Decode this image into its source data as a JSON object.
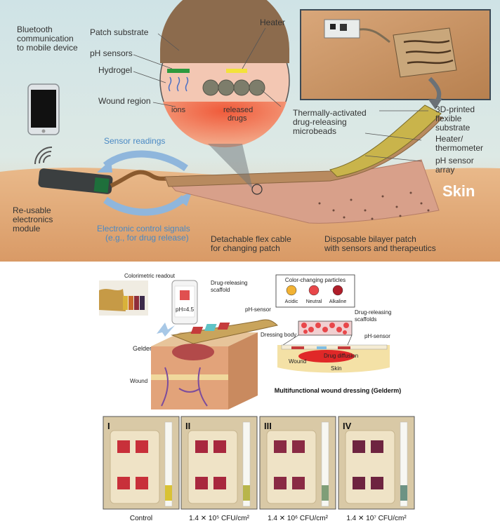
{
  "top_panel": {
    "label_bluetooth": [
      "Bluetooth",
      "communication",
      "to mobile device"
    ],
    "label_patch_substrate": "Patch substrate",
    "label_ph_sensors": "pH sensors",
    "label_hydrogel": "Hydrogel",
    "label_wound_region": "Wound region",
    "label_heater": "Heater",
    "label_ions": "ions",
    "label_released_drugs": [
      "released",
      "drugs"
    ],
    "label_microbeads": [
      "Thermally-activated",
      "drug-releasing",
      "microbeads"
    ],
    "label_3d_substrate": [
      "3D-printed",
      "flexible",
      "substrate"
    ],
    "label_heater_thermometer": [
      "Heater/",
      "thermometer"
    ],
    "label_ph_array": [
      "pH sensor",
      "array"
    ],
    "label_sensor_readings": "Sensor readings",
    "label_skin": "Skin",
    "label_electronics": [
      "Re-usable",
      "electronics",
      "module"
    ],
    "label_control_signals": [
      "Electronic control signals",
      "(e.g., for drug release)"
    ],
    "label_flex_cable": [
      "Detachable flex cable",
      "for changing patch"
    ],
    "label_bilayer_patch": [
      "Disposable bilayer patch",
      "with sensors and therapeutics"
    ]
  },
  "middle_panel": {
    "label_colorimetric": "Colorimetric readout",
    "label_ph_value": "pH=4.5",
    "label_scaffold": [
      "Drug-releasing",
      "scaffold"
    ],
    "label_ph_sensor_left": "pH-sensor",
    "label_gelderm": "Gelderm",
    "label_dressing_body": "Dressing body",
    "label_wound_left": "Wound",
    "label_particles_title": "Color-changing particles",
    "legend": [
      {
        "label": "Acidic",
        "color": "#f2b233"
      },
      {
        "label": "Neutral",
        "color": "#e8474a"
      },
      {
        "label": "Alkaline",
        "color": "#b01e2a"
      }
    ],
    "label_scaffolds_right": [
      "Drug-releasing",
      "scaffolds"
    ],
    "label_ph_sensor_right": "pH-sensor",
    "label_wound_right": "Wound",
    "label_drug_diffusion": "Drug diffusion",
    "label_skin_right": "Skin",
    "caption": "Multifunctional wound dressing (Gelderm)"
  },
  "bottom_panel": {
    "tiles": [
      {
        "roman": "I",
        "caption_text": "Control",
        "square_color": "#c8303a",
        "strip_tip": "#d9c234"
      },
      {
        "roman": "II",
        "caption_text": "1.4 ✕ 10⁵ CFU/cm²",
        "square_color": "#a8283e",
        "strip_tip": "#b8b54a"
      },
      {
        "roman": "III",
        "caption_text": "1.4 ✕ 10⁶ CFU/cm²",
        "square_color": "#8a2a44",
        "strip_tip": "#7f9e78"
      },
      {
        "roman": "IV",
        "caption_text": "1.4 ✕ 10⁷ CFU/cm²",
        "square_color": "#6e2440",
        "strip_tip": "#6d9384"
      }
    ]
  }
}
